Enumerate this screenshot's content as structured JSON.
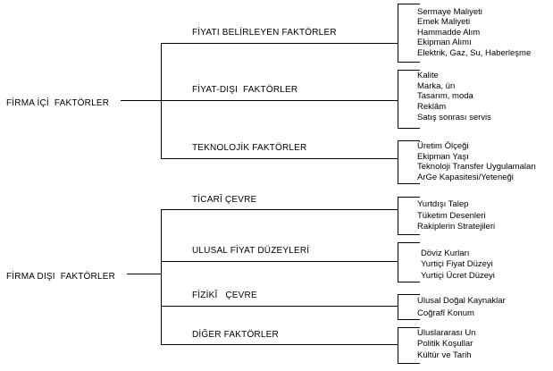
{
  "groups": [
    {
      "label": "FİRMA İÇİ  FAKTÖRLER",
      "categories": [
        {
          "label": "FİYATI BELİRLEYEN FAKTÖRLER",
          "items": [
            "Sermaye Maliyeti",
            "Emek Maliyeti",
            "Hammadde Alım",
            "Ekipman Alımı",
            "Elektrik, Gaz, Su, Haberleşme"
          ]
        },
        {
          "label": "FİYAT-DIŞI  FAKTÖRLER",
          "items": [
            "Kalite",
            "Marka, ün",
            "Tasarım, moda",
            "Reklâm",
            "Satış sonrası servis"
          ]
        },
        {
          "label": "TEKNOLOJİK FAKTÖRLER",
          "items": [
            "Üretim Ölçeği",
            "Ekipman Yaşı",
            "Teknoloji Transfer Uygulamaları",
            "ArGe Kapasitesi/Yeteneği"
          ]
        }
      ]
    },
    {
      "label": "FİRMA DIŞI  FAKTÖRLER",
      "categories": [
        {
          "label": "TİCARÎ ÇEVRE",
          "items": [
            "Yurtdışı Talep",
            "Tüketim Desenleri",
            "Rakiplerin Stratejileri"
          ]
        },
        {
          "label": "ULUSAL FİYAT DÜZEYLERİ",
          "items": [
            "Döviz Kurları",
            "Yurtiçi Fiyat Düzeyi",
            "Yurtiçi Ücret Düzeyi"
          ]
        },
        {
          "label": "FİZİKÎ   ÇEVRE",
          "items": [
            "Ulusal Doğal Kaynaklar",
            "Coğrafî Konum"
          ]
        },
        {
          "label": "DİĞER FAKTÖRLER",
          "items": [
            "Uluslararası Un",
            "Politik Koşullar",
            "Kültür ve Tarih"
          ]
        }
      ]
    }
  ]
}
